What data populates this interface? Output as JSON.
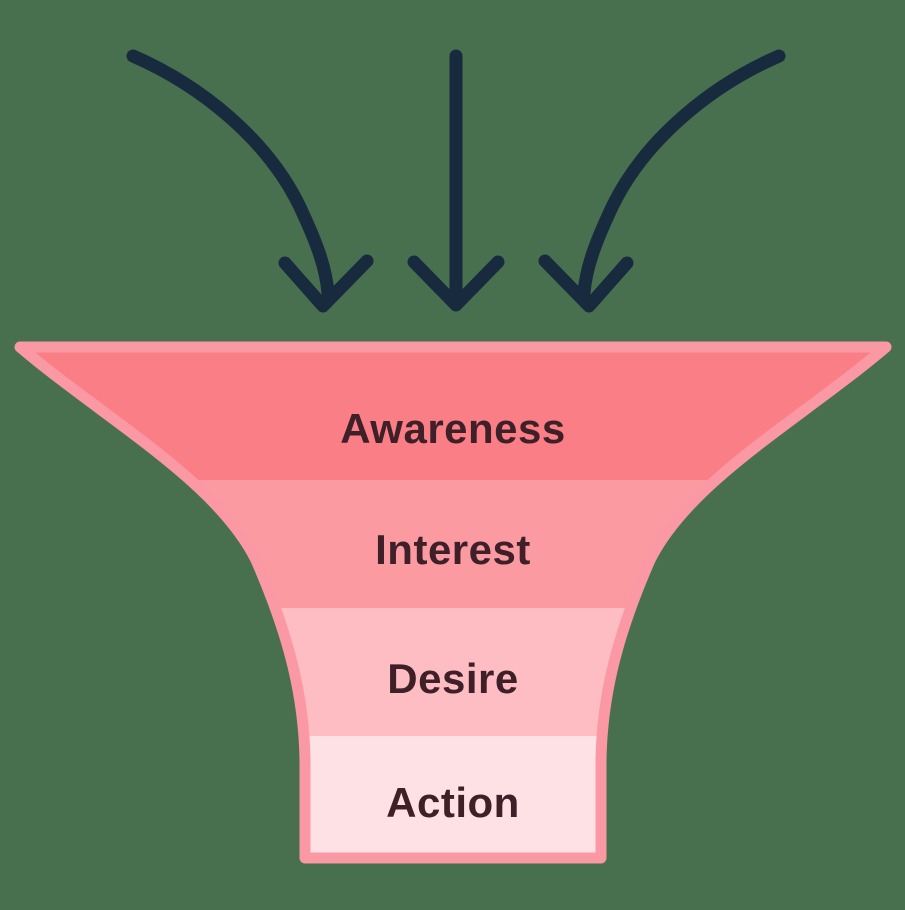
{
  "diagram": {
    "type": "marketing-funnel",
    "visible_text_only": true
  },
  "colors": {
    "background": "#48704F",
    "arrow": "#172A3E",
    "funnel_outline": "#FA99A3",
    "label_text": "#3F2028"
  },
  "funnel": {
    "stages": [
      {
        "label": "Awareness",
        "color": "#FA7E86"
      },
      {
        "label": "Interest",
        "color": "#FB9BA1"
      },
      {
        "label": "Desire",
        "color": "#FDBDC2"
      },
      {
        "label": "Action",
        "color": "#FDE1E4"
      }
    ]
  },
  "icons": {
    "arrows": [
      "curved-down-right-arrow",
      "straight-down-arrow",
      "curved-down-left-arrow"
    ]
  }
}
